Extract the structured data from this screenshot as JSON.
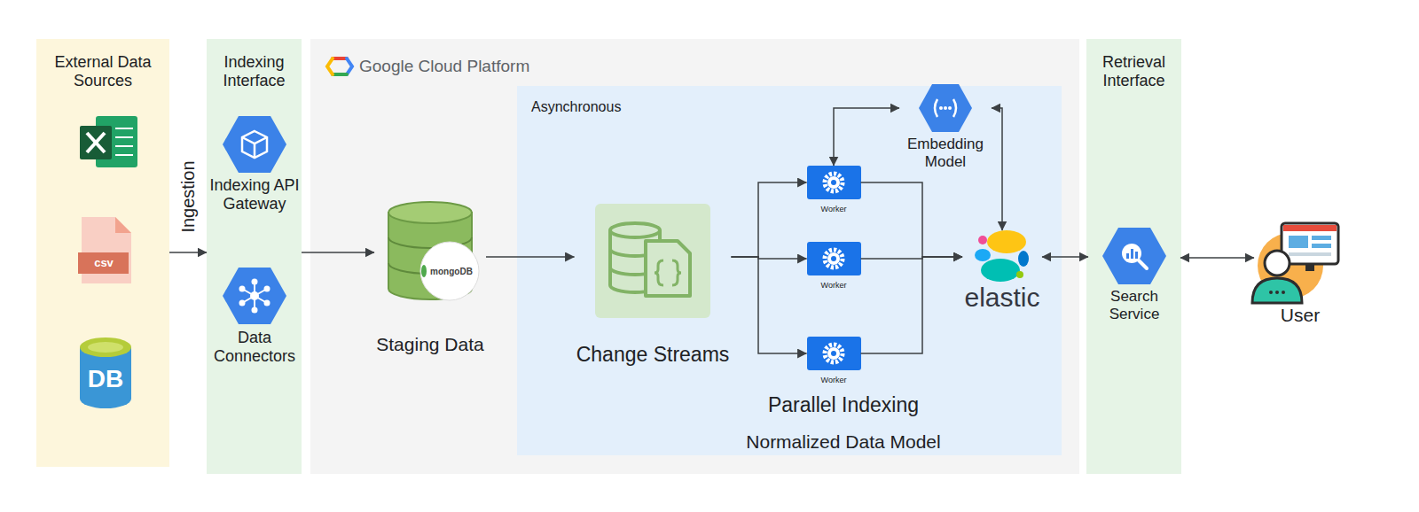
{
  "diagram": {
    "nodes": [
      {
        "text": [
          "External Data Sources"
        ]
      },
      {
        "text": [
          "Indexing Interface"
        ]
      },
      {
        "text": [
          "Indexing API Gateway"
        ],
        "in": 1
      },
      {
        "text": [
          "Data Connectors"
        ],
        "in": 1
      },
      {
        "text": [
          "Google Cloud Platform"
        ]
      },
      {
        "text": [
          "Staging Data"
        ],
        "in": 4
      },
      {
        "text": [
          "Asynchronous",
          "Parallel Indexing",
          "Normalized Data Model"
        ],
        "in": 4
      },
      {
        "text": [
          "Change Streams"
        ],
        "in": 6
      },
      {
        "text": [
          "Worker"
        ],
        "in": 6
      },
      {
        "text": [
          "Worker"
        ],
        "in": 6
      },
      {
        "text": [
          "Worker"
        ],
        "in": 6
      },
      {
        "text": [
          "Embedding Model"
        ],
        "in": 6
      },
      {
        "text": [
          "elastic"
        ],
        "in": 6
      },
      {
        "text": [
          "Retrieval Interface"
        ]
      },
      {
        "text": [
          "Search Service"
        ],
        "in": 13
      },
      {
        "text": [
          "User"
        ]
      }
    ],
    "edges": [
      {
        "from": 0,
        "to": 1,
        "arrow": "to",
        "label": "Ingestion"
      },
      {
        "from": 1,
        "to": 5,
        "arrow": "to"
      },
      {
        "from": 5,
        "to": 7,
        "arrow": "to"
      },
      {
        "from": 7,
        "to": 8,
        "arrow": "to"
      },
      {
        "from": 7,
        "to": 9,
        "arrow": "to"
      },
      {
        "from": 7,
        "to": 10,
        "arrow": "to"
      },
      {
        "from": 8,
        "to": 12,
        "arrow": "to"
      },
      {
        "from": 9,
        "to": 12,
        "arrow": "to"
      },
      {
        "from": 10,
        "to": 12,
        "arrow": "to"
      },
      {
        "from": 8,
        "to": 11,
        "arrow": "both"
      },
      {
        "from": 11,
        "to": 12,
        "arrow": "both"
      },
      {
        "from": 12,
        "to": 14,
        "arrow": "both"
      },
      {
        "from": 14,
        "to": 15,
        "arrow": "both"
      }
    ],
    "labels": [
      "csv",
      "DB",
      "mongoDB"
    ]
  }
}
